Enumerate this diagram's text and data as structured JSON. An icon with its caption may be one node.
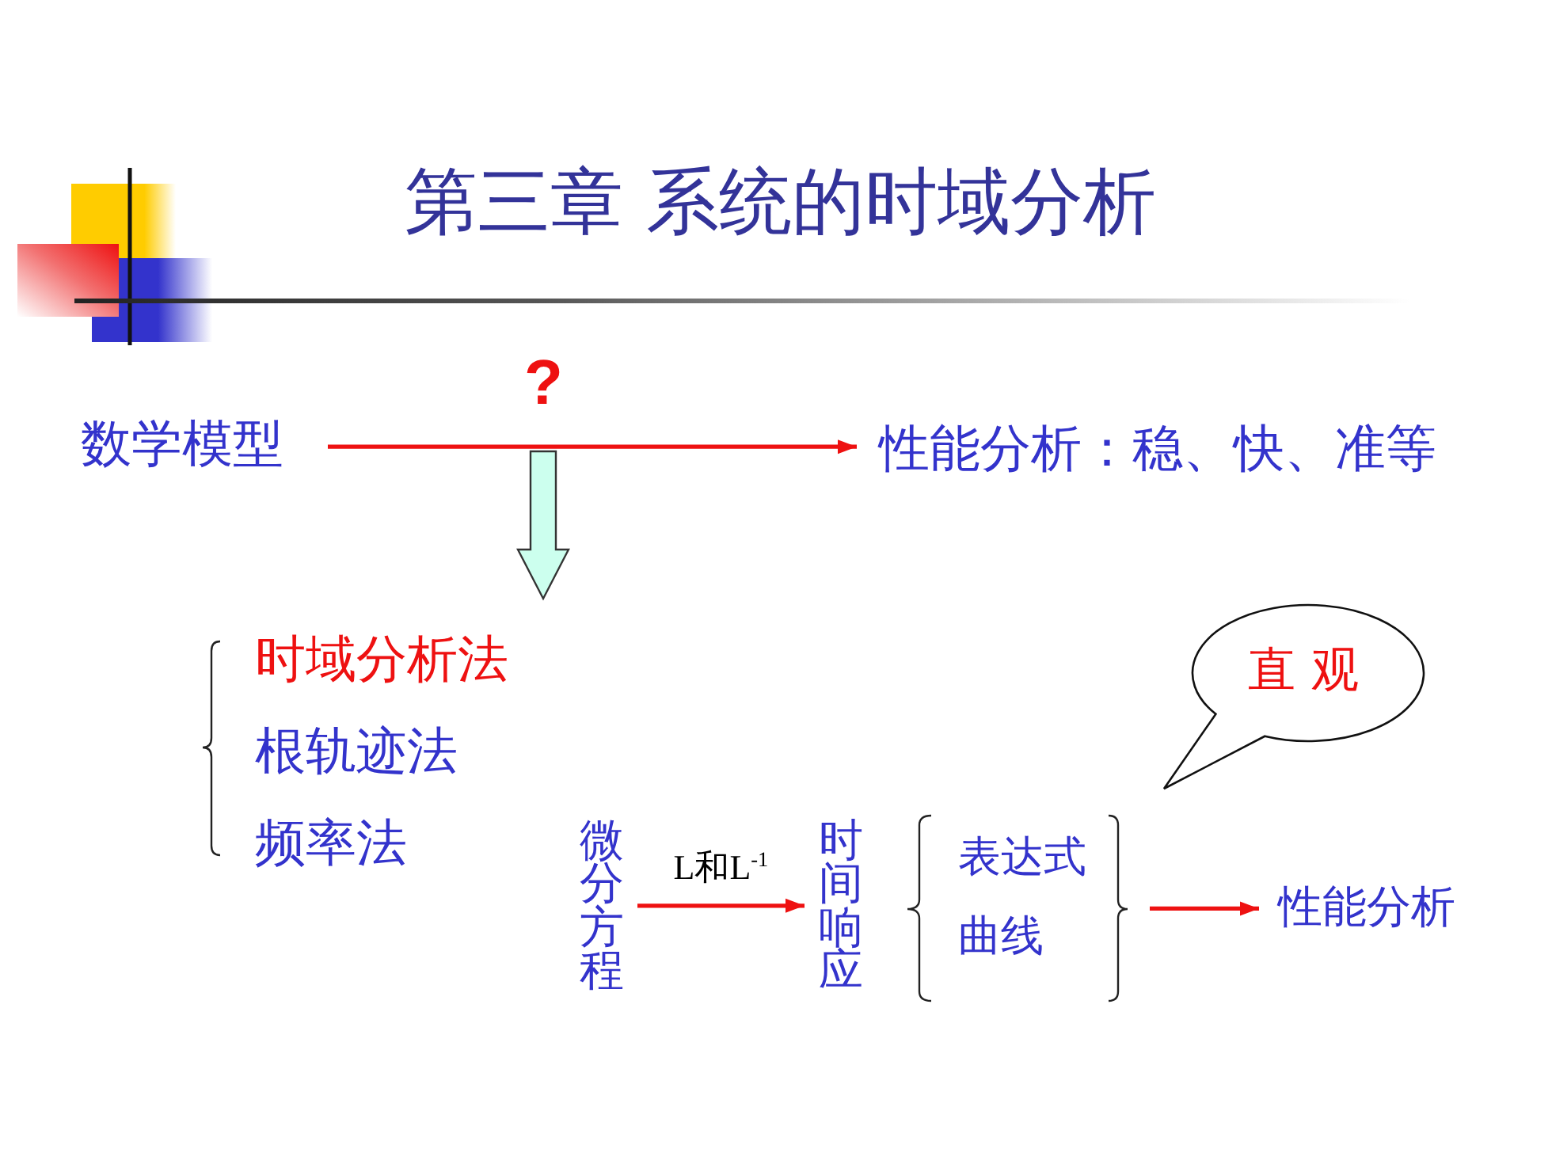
{
  "diagram": {
    "title": "第三章 系统的时域分析",
    "nodes": [
      {
        "text": [
          "数学模型"
        ]
      },
      {
        "text": [
          "性能分析：稳、快、准等"
        ]
      },
      {
        "text": [
          "时域分析法"
        ]
      },
      {
        "text": [
          "根轨迹法"
        ]
      },
      {
        "text": [
          "频率法"
        ]
      },
      {
        "text": [
          "微分方程"
        ]
      },
      {
        "text": [
          "时间响应"
        ]
      },
      {
        "text": [],
        "shape": "brace"
      },
      {
        "text": [
          "表达式"
        ],
        "in": 7
      },
      {
        "text": [
          "曲线"
        ],
        "in": 7
      },
      {
        "text": [
          "性能分析"
        ]
      },
      {
        "text": [
          "直 观"
        ]
      }
    ],
    "edges": [
      {
        "from": 0,
        "to": 1,
        "arrow": "to"
      },
      {
        "from": null,
        "to": 2,
        "arrow": "to",
        "style": "thick",
        "color": "#ccffee"
      },
      {
        "from": 5,
        "to": 6,
        "arrow": "to",
        "label": "L和L$^{-1}$"
      },
      {
        "from": 7,
        "to": 10,
        "arrow": "to"
      }
    ],
    "labels": [
      "?"
    ]
  }
}
